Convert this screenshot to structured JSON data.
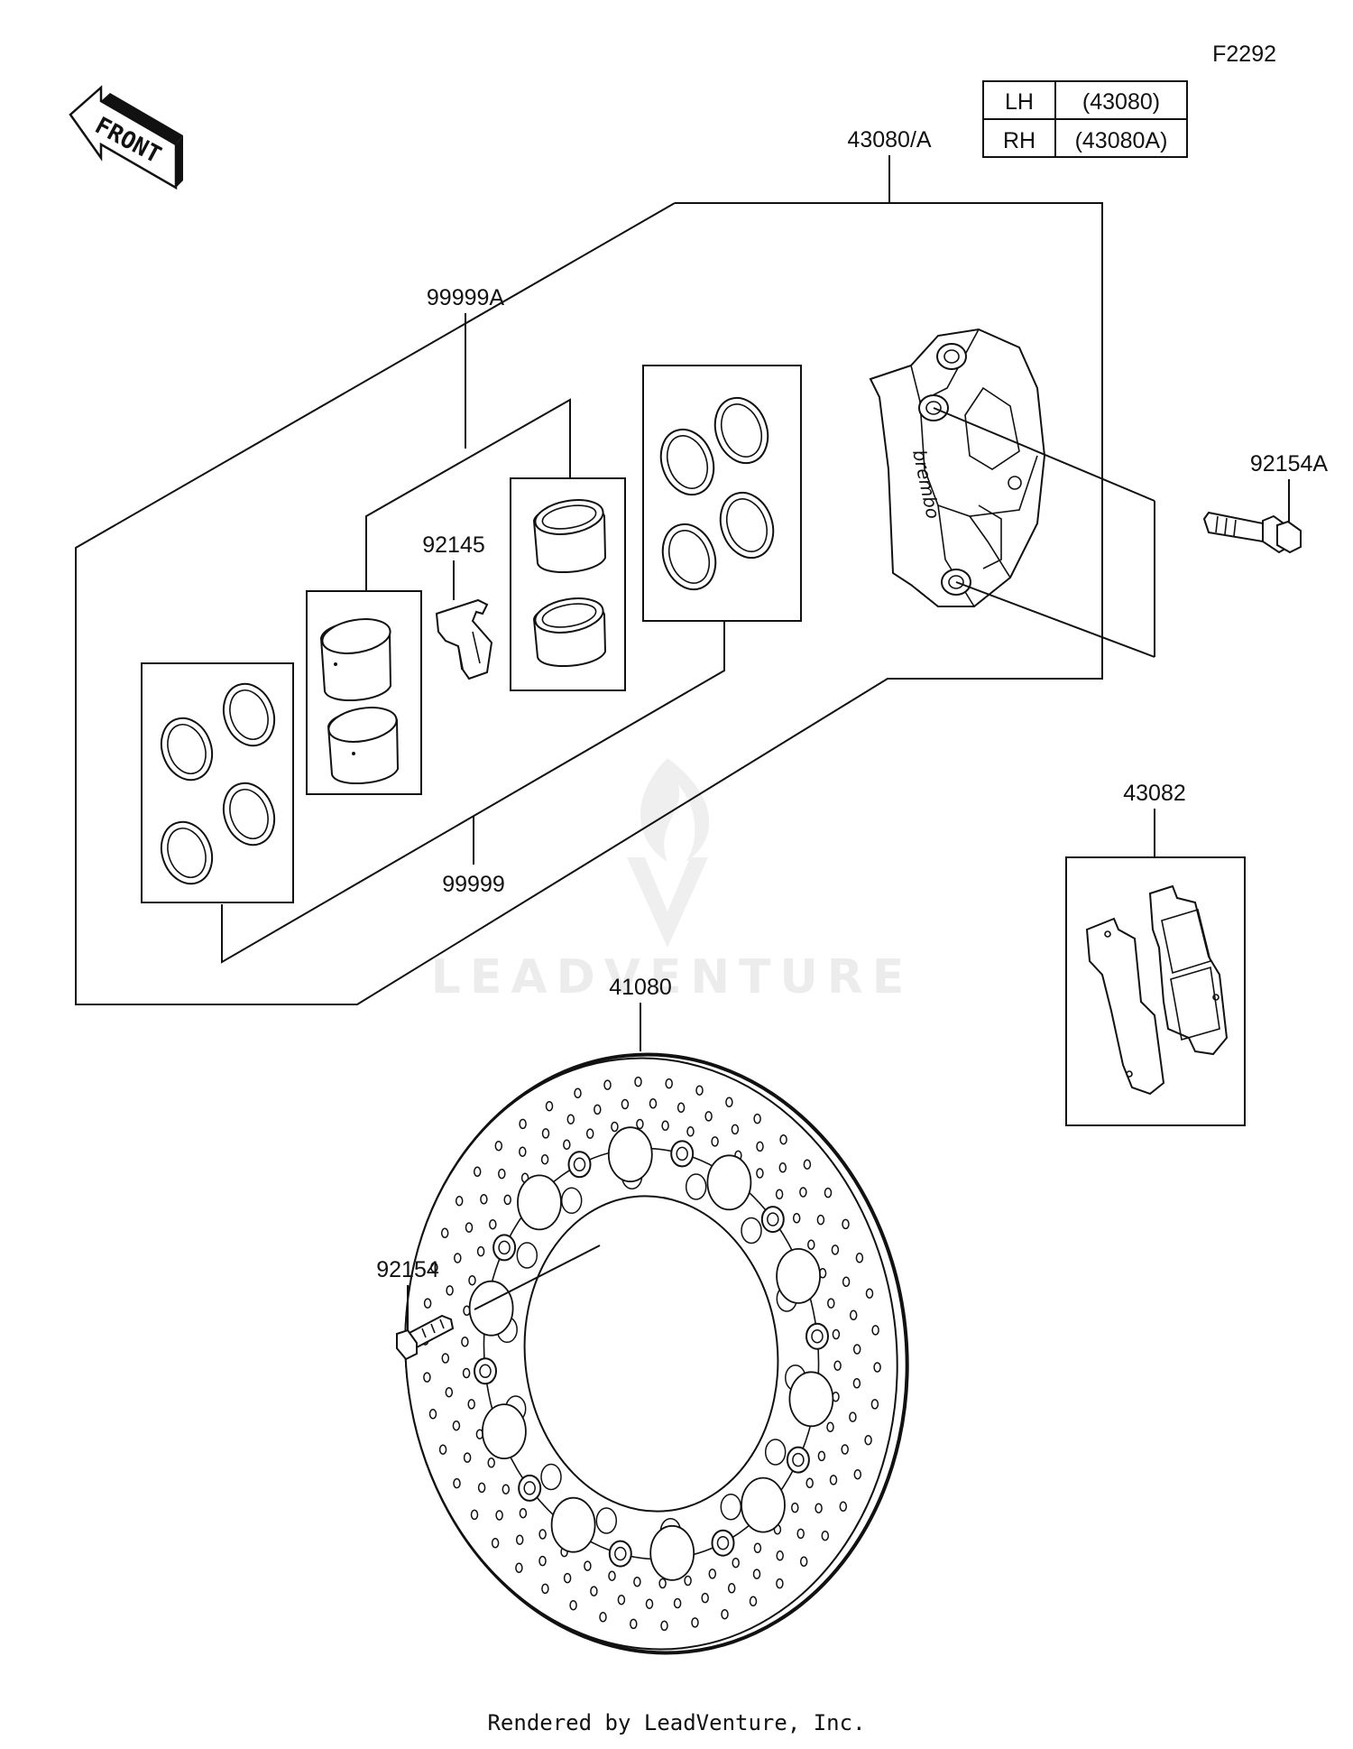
{
  "diagram_id": "F2292",
  "front_label": "FRONT",
  "variant_table": [
    {
      "side": "LH",
      "part": "(43080)"
    },
    {
      "side": "RH",
      "part": "(43080A)"
    }
  ],
  "callouts": {
    "caliper_assy": "43080/A",
    "seal_kit_a": "99999A",
    "pad_spring": "92145",
    "caliper_bolt": "92154A",
    "seal_kit": "99999",
    "brake_pads": "43082",
    "disc": "41080",
    "disc_bolt": "92154"
  },
  "watermark": "LEADVENTURE",
  "footer": "Rendered by LeadVenture, Inc."
}
